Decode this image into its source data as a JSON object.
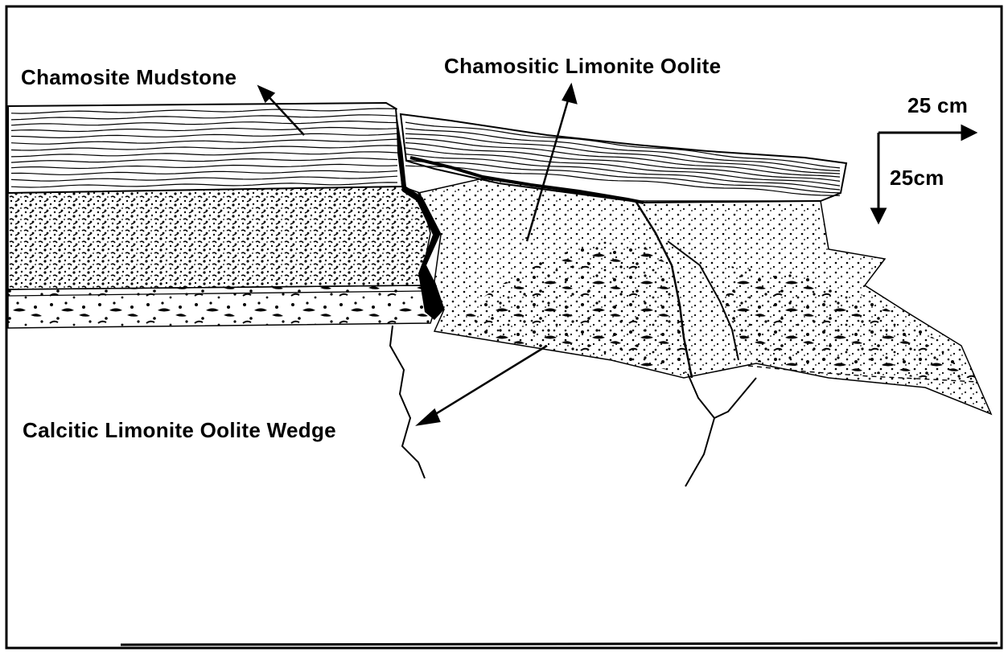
{
  "labels": {
    "chamosite_mudstone": "Chamosite Mudstone",
    "chamositic_limonite_oolite": "Chamositic Limonite Oolite",
    "calcitic_limonite_oolite_wedge": "Calcitic Limonite Oolite Wedge"
  },
  "scale": {
    "horizontal": "25 cm",
    "vertical": "25cm"
  },
  "colors": {
    "ink": "#000000",
    "paper": "#ffffff"
  }
}
